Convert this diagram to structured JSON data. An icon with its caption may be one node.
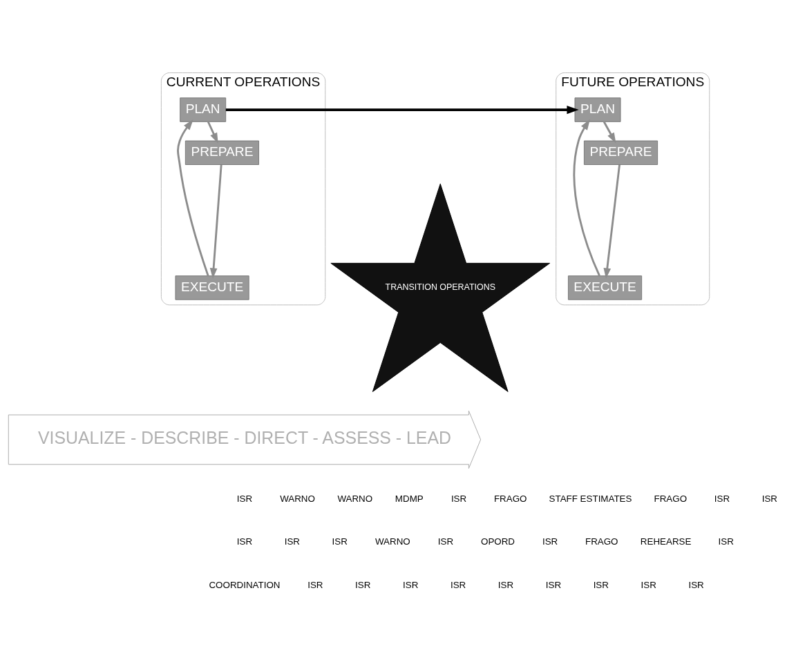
{
  "diagram": {
    "nodes": [
      {
        "text": [
          "CURRENT OPERATIONS"
        ]
      },
      {
        "text": [
          "PLAN"
        ],
        "in": 0
      },
      {
        "text": [
          "PREPARE"
        ],
        "in": 0
      },
      {
        "text": [
          "EXECUTE"
        ],
        "in": 0
      },
      {
        "text": [
          "TRANSITION OPERATIONS"
        ]
      },
      {
        "text": [
          "FUTURE OPERATIONS"
        ]
      },
      {
        "text": [
          "PLAN"
        ],
        "in": 5
      },
      {
        "text": [
          "EXECUTE"
        ],
        "in": 5
      },
      {
        "text": [
          "PREPARE"
        ],
        "in": 5
      },
      {
        "text": [
          "VISUALIZE - DESCRIBE - DIRECT - ASSESS - LEAD"
        ]
      }
    ],
    "edges": [
      {
        "from": 1,
        "to": 2,
        "arrow": "to"
      },
      {
        "from": 2,
        "to": 3,
        "arrow": "to"
      },
      {
        "from": 3,
        "to": 1,
        "arrow": "to"
      },
      {
        "from": 1,
        "to": 6,
        "arrow": "to",
        "color": "#000000"
      },
      {
        "from": 6,
        "to": 8,
        "arrow": "to"
      },
      {
        "from": 8,
        "to": 7,
        "arrow": "to"
      },
      {
        "from": 7,
        "to": 6,
        "arrow": "to"
      }
    ],
    "labels": [
      "ISR",
      "WARNO",
      "WARNO",
      "MDMP",
      "ISR",
      "FRAGO",
      "STAFF ESTIMATES",
      "FRAGO",
      "ISR",
      "ISR",
      "ISR",
      "ISR",
      "ISR",
      "WARNO",
      "ISR",
      "OPORD",
      "ISR",
      "FRAGO",
      "REHEARSE",
      "ISR",
      "COORDINATION",
      "ISR",
      "ISR",
      "ISR",
      "ISR",
      "ISR",
      "ISR",
      "ISR",
      "ISR",
      "ISR"
    ]
  }
}
